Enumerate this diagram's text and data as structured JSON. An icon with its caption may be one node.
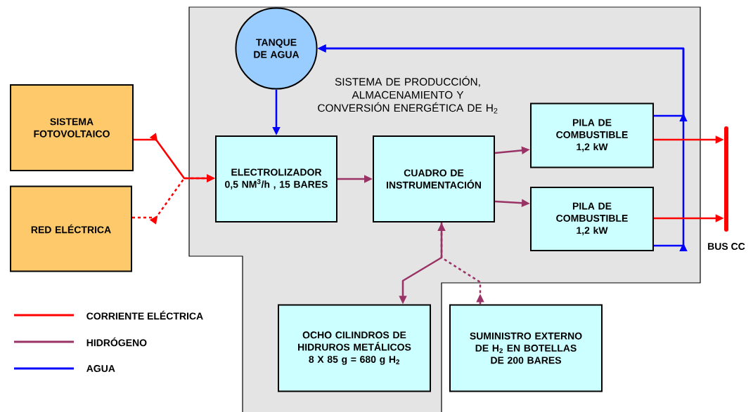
{
  "diagram": {
    "nodes": [
      {
        "text": [
          "SISTEMA DE PRODUCCIÓN, ALMACENAMIENTO Y CONVERSIÓN ENERGÉTICA DE H$_{2}$"
        ]
      },
      {
        "text": [
          "SISTEMA FOTOVOLTAICO"
        ]
      },
      {
        "text": [
          "RED ELÉCTRICA"
        ]
      },
      {
        "text": [
          "TANQUE DE AGUA"
        ],
        "in": 0
      },
      {
        "text": [
          "ELECTROLIZADOR 0,5 NM$^{3}$/h , 15 BARES"
        ],
        "in": 0
      },
      {
        "text": [
          "CUADRO DE INSTRUMENTACIÓN"
        ],
        "in": 0
      },
      {
        "text": [
          "PILA DE COMBUSTIBLE 1,2 kW"
        ],
        "in": 0
      },
      {
        "text": [
          "PILA DE COMBUSTIBLE 1,2 kW"
        ],
        "in": 0
      },
      {
        "text": [
          "OCHO CILINDROS DE HIDRUROS METÁLICOS 8 X 85 g = 680 g H$_{2}$"
        ],
        "in": 0
      },
      {
        "text": [
          "SUMINISTRO EXTERNO DE H$_{2}$ EN BOTELLAS DE 200 BARES"
        ]
      },
      {
        "text": [],
        "shape": "bar",
        "beside": [
          "BUS CC"
        ]
      }
    ],
    "edges": [
      {
        "from": 1,
        "to": 4,
        "arrow": "to",
        "color": "#ff0000"
      },
      {
        "from": 2,
        "to": 4,
        "arrow": "to",
        "style": "dashed",
        "color": "#ff0000"
      },
      {
        "from": 3,
        "to": 4,
        "arrow": "to",
        "color": "#0000ff"
      },
      {
        "from": 6,
        "to": 3,
        "arrow": "to",
        "color": "#0000ff"
      },
      {
        "from": 7,
        "to": 3,
        "arrow": "to",
        "color": "#0000ff"
      },
      {
        "from": 4,
        "to": 5,
        "arrow": "to"
      },
      {
        "from": 5,
        "to": 6,
        "arrow": "to"
      },
      {
        "from": 5,
        "to": 7,
        "arrow": "to"
      },
      {
        "from": 5,
        "to": 8,
        "arrow": "to"
      },
      {
        "from": 9,
        "to": 5,
        "arrow": "to",
        "style": "dashed"
      },
      {
        "from": 6,
        "to": 10,
        "arrow": "to",
        "color": "#ff0000"
      },
      {
        "from": 7,
        "to": 10,
        "arrow": "to",
        "color": "#ff0000"
      }
    ],
    "legend": [
      {
        "text": "CORRIENTE ELÉCTRICA"
      },
      {
        "text": "HIDRÓGENO"
      },
      {
        "text": "AGUA"
      }
    ]
  }
}
